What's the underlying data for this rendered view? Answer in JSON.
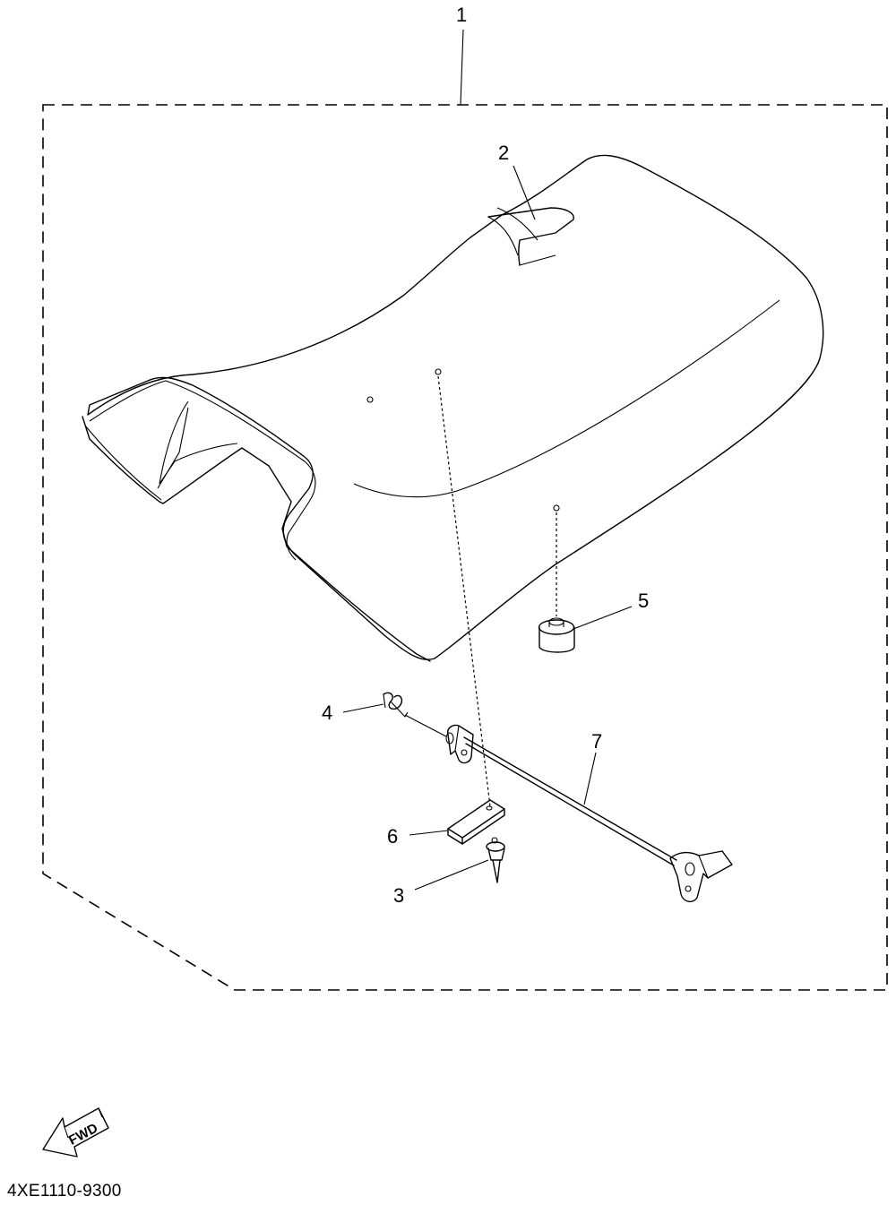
{
  "callouts": {
    "c1": "1",
    "c2": "2",
    "c3": "3",
    "c4": "4",
    "c5": "5",
    "c6": "6",
    "c7": "7"
  },
  "fwd_label": "FWD",
  "part_code": "4XE1110-9300"
}
